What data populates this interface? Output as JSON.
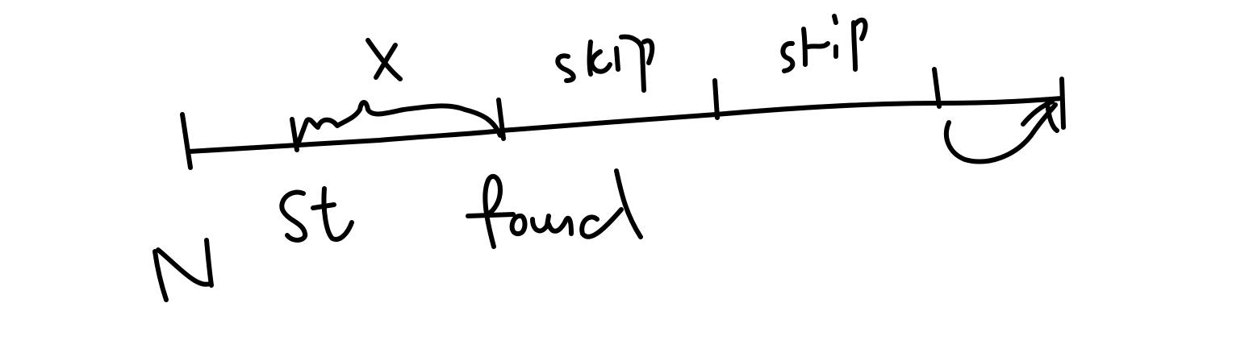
{
  "sketch": {
    "labels": {
      "start_marker": "N",
      "start": "st",
      "cross": "X",
      "found": "found",
      "skip_1": "skip",
      "skip_2": "skip"
    },
    "ink_color": "#000000",
    "background_color": "#ffffff"
  }
}
